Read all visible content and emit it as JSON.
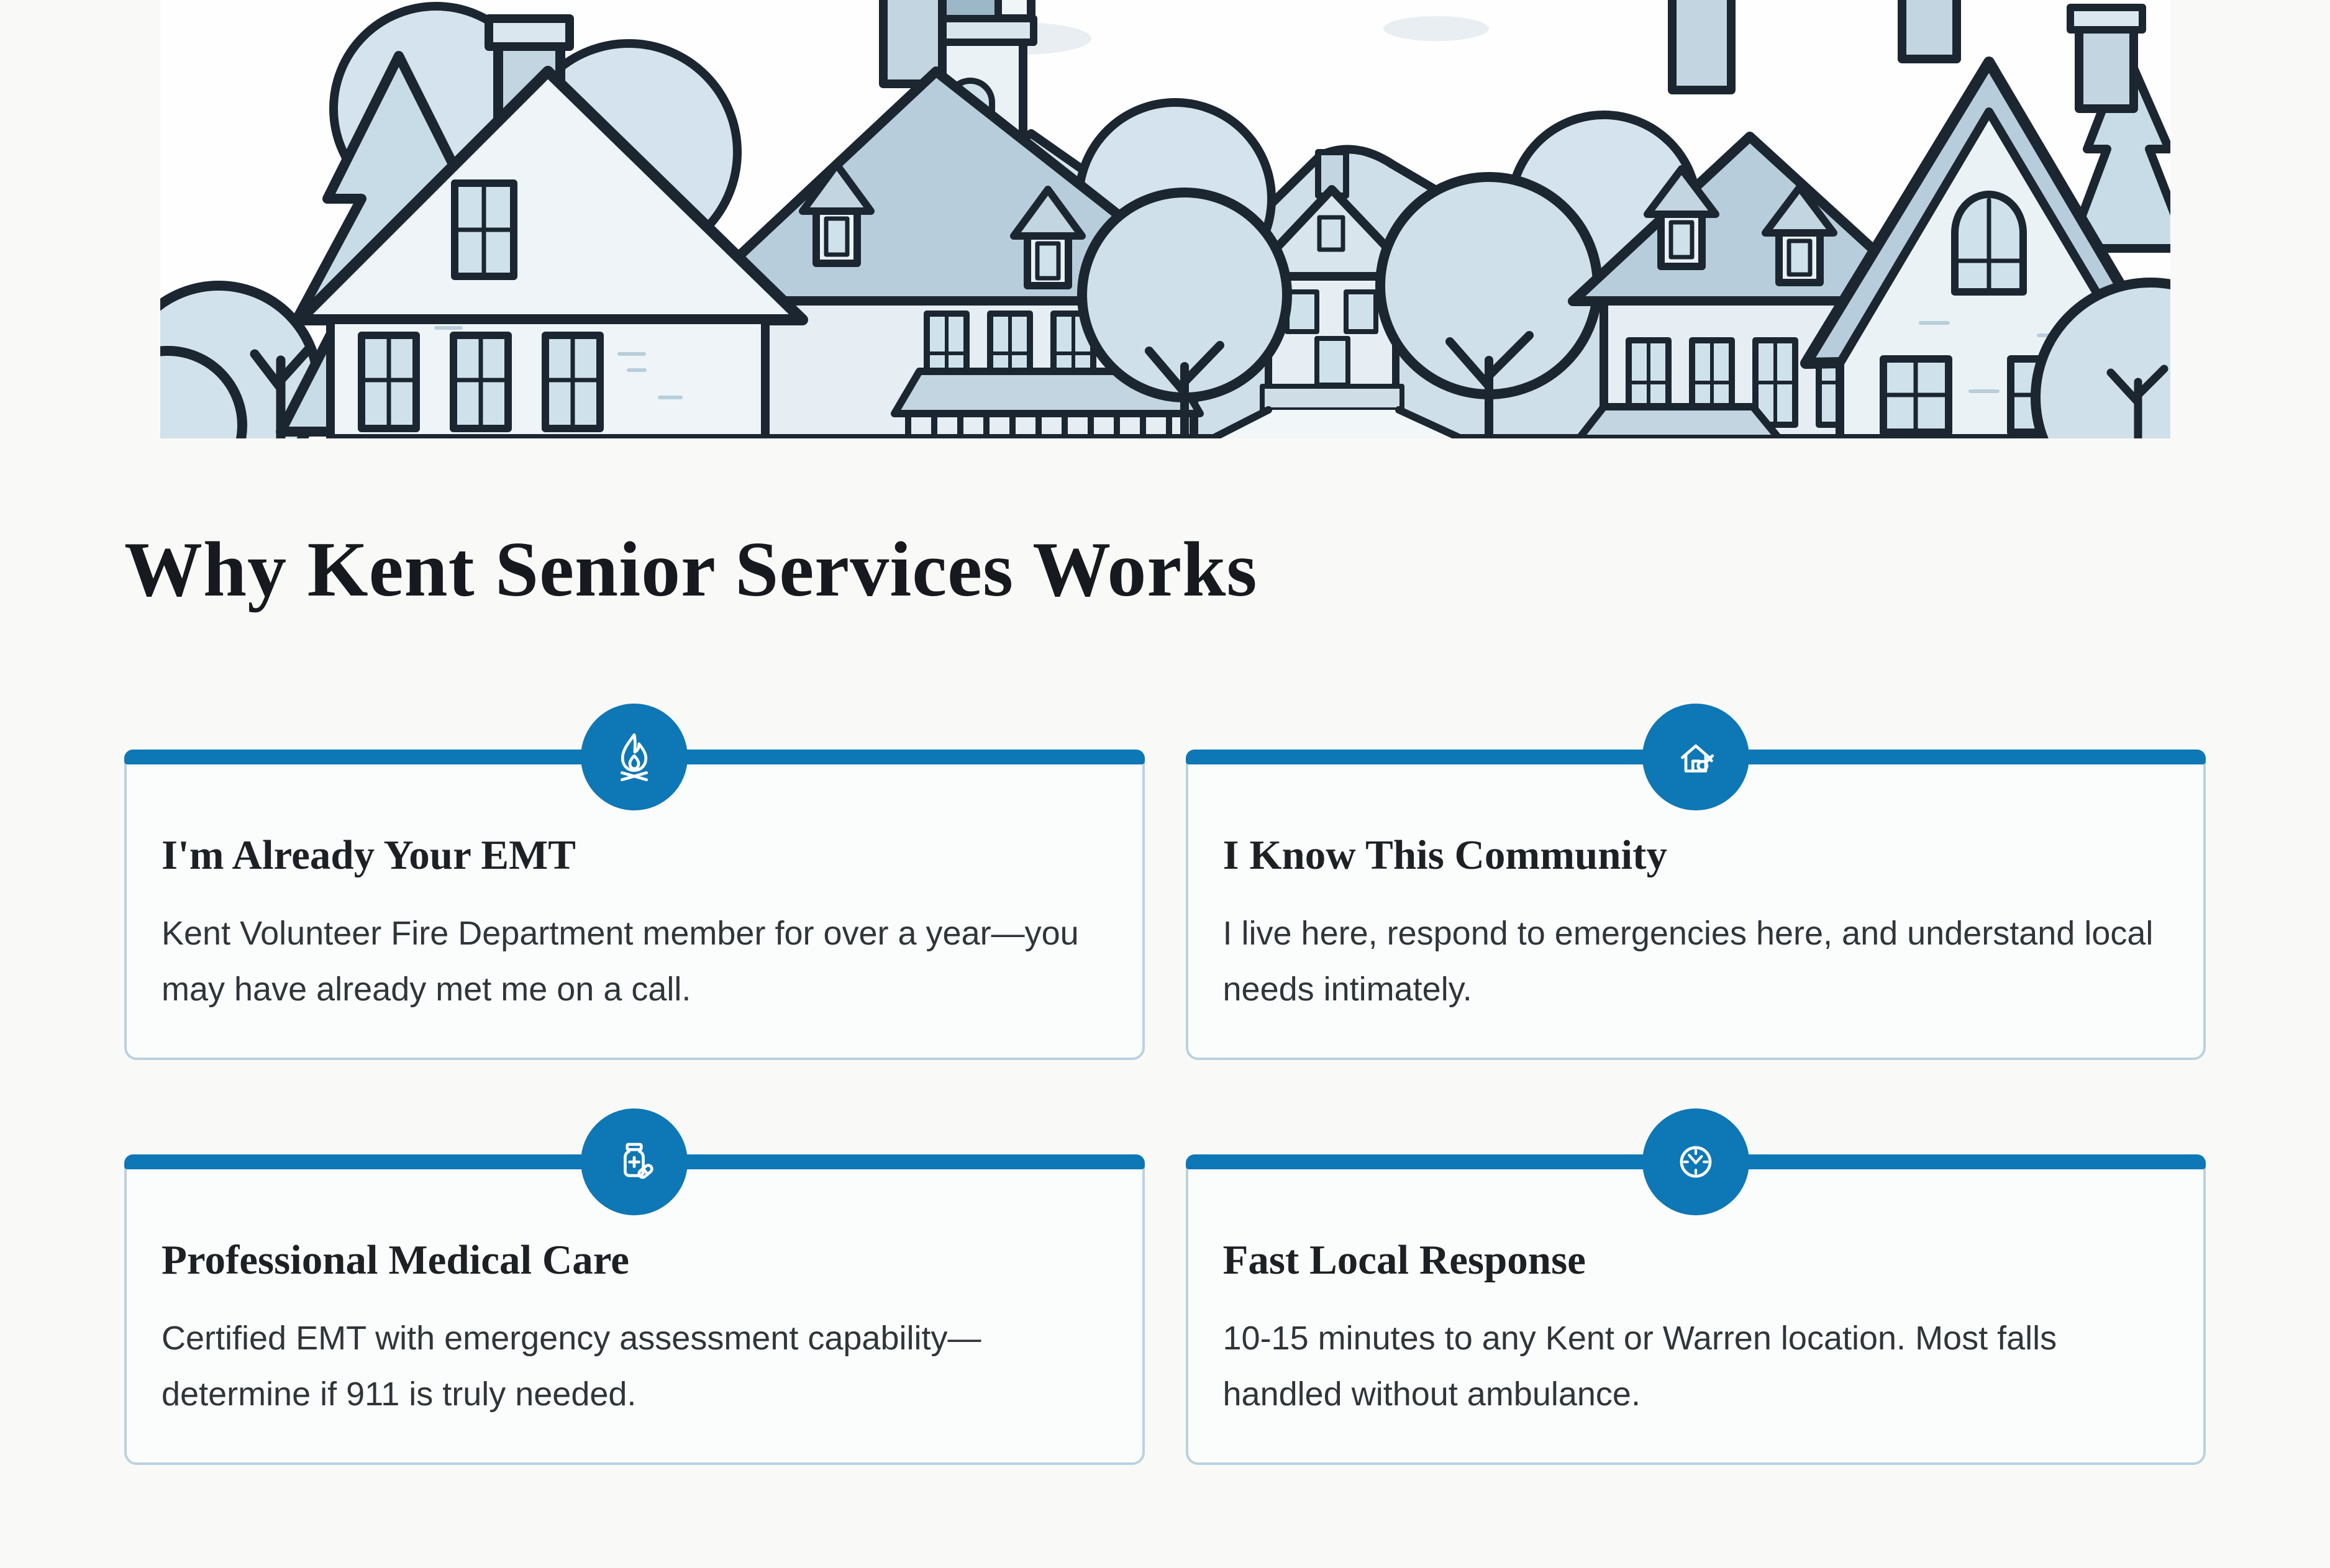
{
  "section": {
    "title": "Why Kent Senior Services Works"
  },
  "theme": {
    "accent_blue": "#0e77b5",
    "card_border": "#b9d2de",
    "card_background": "#fbfdfd",
    "page_background": "#f9faf7",
    "heading_color": "#16191d",
    "body_text_color": "#30353a",
    "illustration_outline": "#1b2631",
    "illustration_fill": "#cfe0ea"
  },
  "illustration": {
    "name": "town-illustration"
  },
  "cards": [
    {
      "icon": "campfire-icon",
      "title": "I'm Already Your EMT",
      "body": "Kent Volunteer Fire Department member for over a year—you may have already met me on a call."
    },
    {
      "icon": "house-key-icon",
      "title": "I Know This Community",
      "body": "I live here, respond to emergencies here, and understand local needs intimately."
    },
    {
      "icon": "medicine-bottle-icon",
      "title": "Professional Medical Care",
      "body": "Certified EMT with emergency assessment capability—determine if 911 is truly needed."
    },
    {
      "icon": "clock-icon",
      "title": "Fast Local Response",
      "body": "10-15 minutes to any Kent or Warren location. Most falls handled without ambulance."
    }
  ]
}
